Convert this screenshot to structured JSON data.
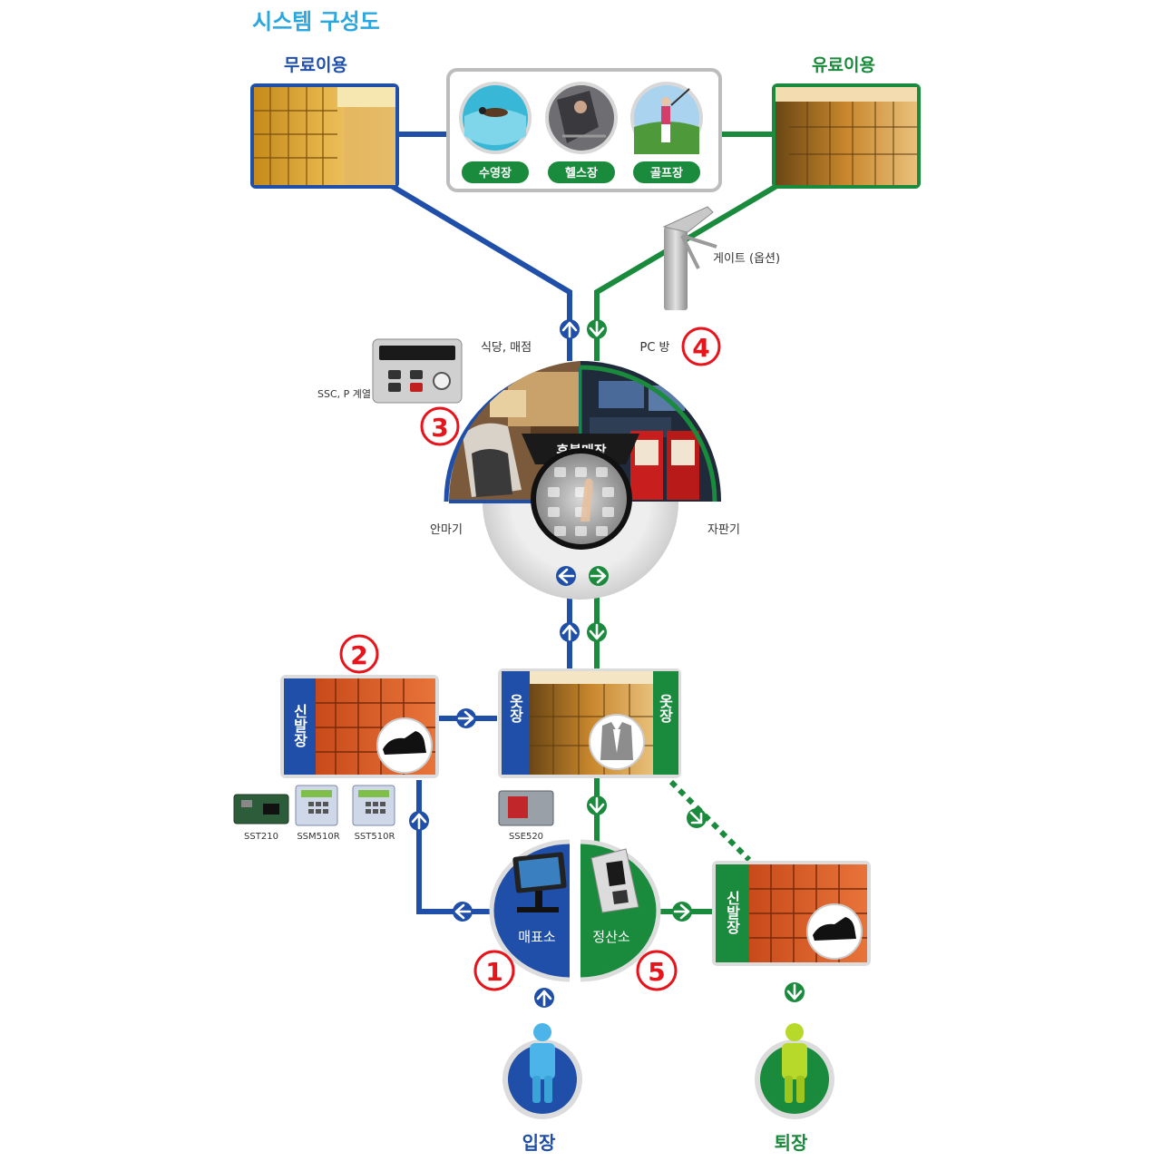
{
  "title": "시스템 구성도",
  "colors": {
    "blue": "#1f4fa8",
    "green": "#1a8a3c",
    "red": "#e8141c",
    "title": "#2aa7df",
    "grey": "#bdbdbd"
  },
  "zones": {
    "free": "무료이용",
    "paid": "유료이용"
  },
  "facilities": [
    "수영장",
    "헬스장",
    "골프장"
  ],
  "gate": "게이트 (옵션)",
  "hub": {
    "title": "후불매장",
    "restaurant": "식당, 매점",
    "pc_room": "PC 방",
    "massage": "안마기",
    "vending": "자판기",
    "controller_model": "SSC, P 계열"
  },
  "shoe_locker": "신발장",
  "clothes_locker": "옷장",
  "devices": [
    "SST210",
    "SSM510R",
    "SST510R",
    "SSE520"
  ],
  "ticket_office": "매표소",
  "settlement": "정산소",
  "entrance": "입장",
  "exit": "퇴장",
  "step_numbers": [
    "1",
    "2",
    "3",
    "4",
    "5"
  ]
}
